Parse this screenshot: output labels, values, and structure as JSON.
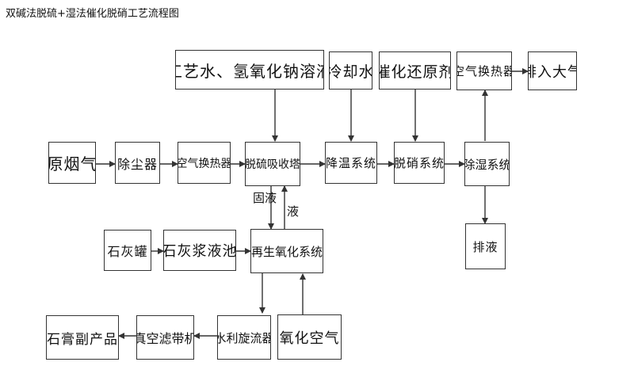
{
  "title": "双碱法脱硫+湿法催化脱硝工艺流程图",
  "nodes": {
    "process_water": "工艺水、氢氧化钠溶液",
    "cooling_water": "冷却水",
    "reductant": "催化还原剂",
    "air_heat_exchanger_top": "空气换热器",
    "exhaust_to_atmosphere": "排入大气",
    "raw_flue_gas": "原烟气",
    "dust_remover": "除尘器",
    "air_heat_exchanger": "空气换热器",
    "desulfurization_absorber": "脱硫吸收塔",
    "cooling_system": "降温系统",
    "denitration_system": "脱硝系统",
    "dehumidification_system": "除湿系统",
    "drainage": "排液",
    "lime_tank": "石灰罐",
    "lime_slurry_tank": "石灰浆液池",
    "regeneration_oxidation_system": "再生氧化系统",
    "oxidation_air": "氧化空气",
    "hydrocyclone": "水利旋流器",
    "vacuum_belt_filter": "真空滤带机",
    "gypsum_byproduct": "石膏副产品"
  },
  "labels": {
    "solid_liquid": "固液",
    "liquid": "液"
  }
}
